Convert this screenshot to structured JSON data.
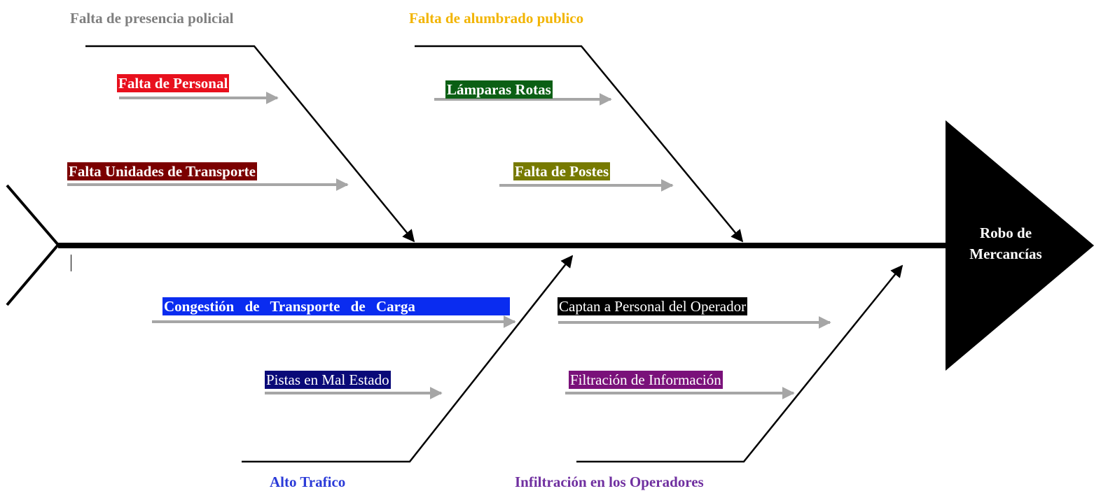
{
  "diagram": {
    "effect": {
      "line1": "Robo de",
      "line2": "Mercancías"
    },
    "categories": {
      "policia": {
        "label": "Falta de presencia policial",
        "color": "#7f7f7f"
      },
      "alumbrado": {
        "label": "Falta de alumbrado publico",
        "color": "#f2b400"
      },
      "trafico": {
        "label": "Alto Trafico",
        "color": "#2b3bd8"
      },
      "infiltracion": {
        "label": "Infiltración en los Operadores",
        "color": "#7030a0"
      }
    },
    "causes": {
      "personal": {
        "label": "Falta de Personal",
        "bg": "#e8101d",
        "fg": "#ffffff"
      },
      "unidades": {
        "label": "Falta Unidades de Transporte",
        "bg": "#7b0000",
        "fg": "#ffffff"
      },
      "lamparas": {
        "label": "Lámparas Rotas",
        "bg": "#0b5f14",
        "fg": "#ffffff"
      },
      "postes": {
        "label": "Falta de Postes",
        "bg": "#777a00",
        "fg": "#ffffff"
      },
      "congestion": {
        "label": "Congestión de Transporte de Carga",
        "bg": "#0a2cf0",
        "fg": "#ffffff"
      },
      "pistas": {
        "label": "Pistas en Mal Estado",
        "bg": "#0a0a78",
        "fg": "#ffffff"
      },
      "captan": {
        "label": "Captan a Personal del Operador",
        "bg": "#000000",
        "fg": "#ffffff"
      },
      "filtracion": {
        "label": "Filtración de Información",
        "bg": "#7a117a",
        "fg": "#ffffff"
      }
    }
  }
}
